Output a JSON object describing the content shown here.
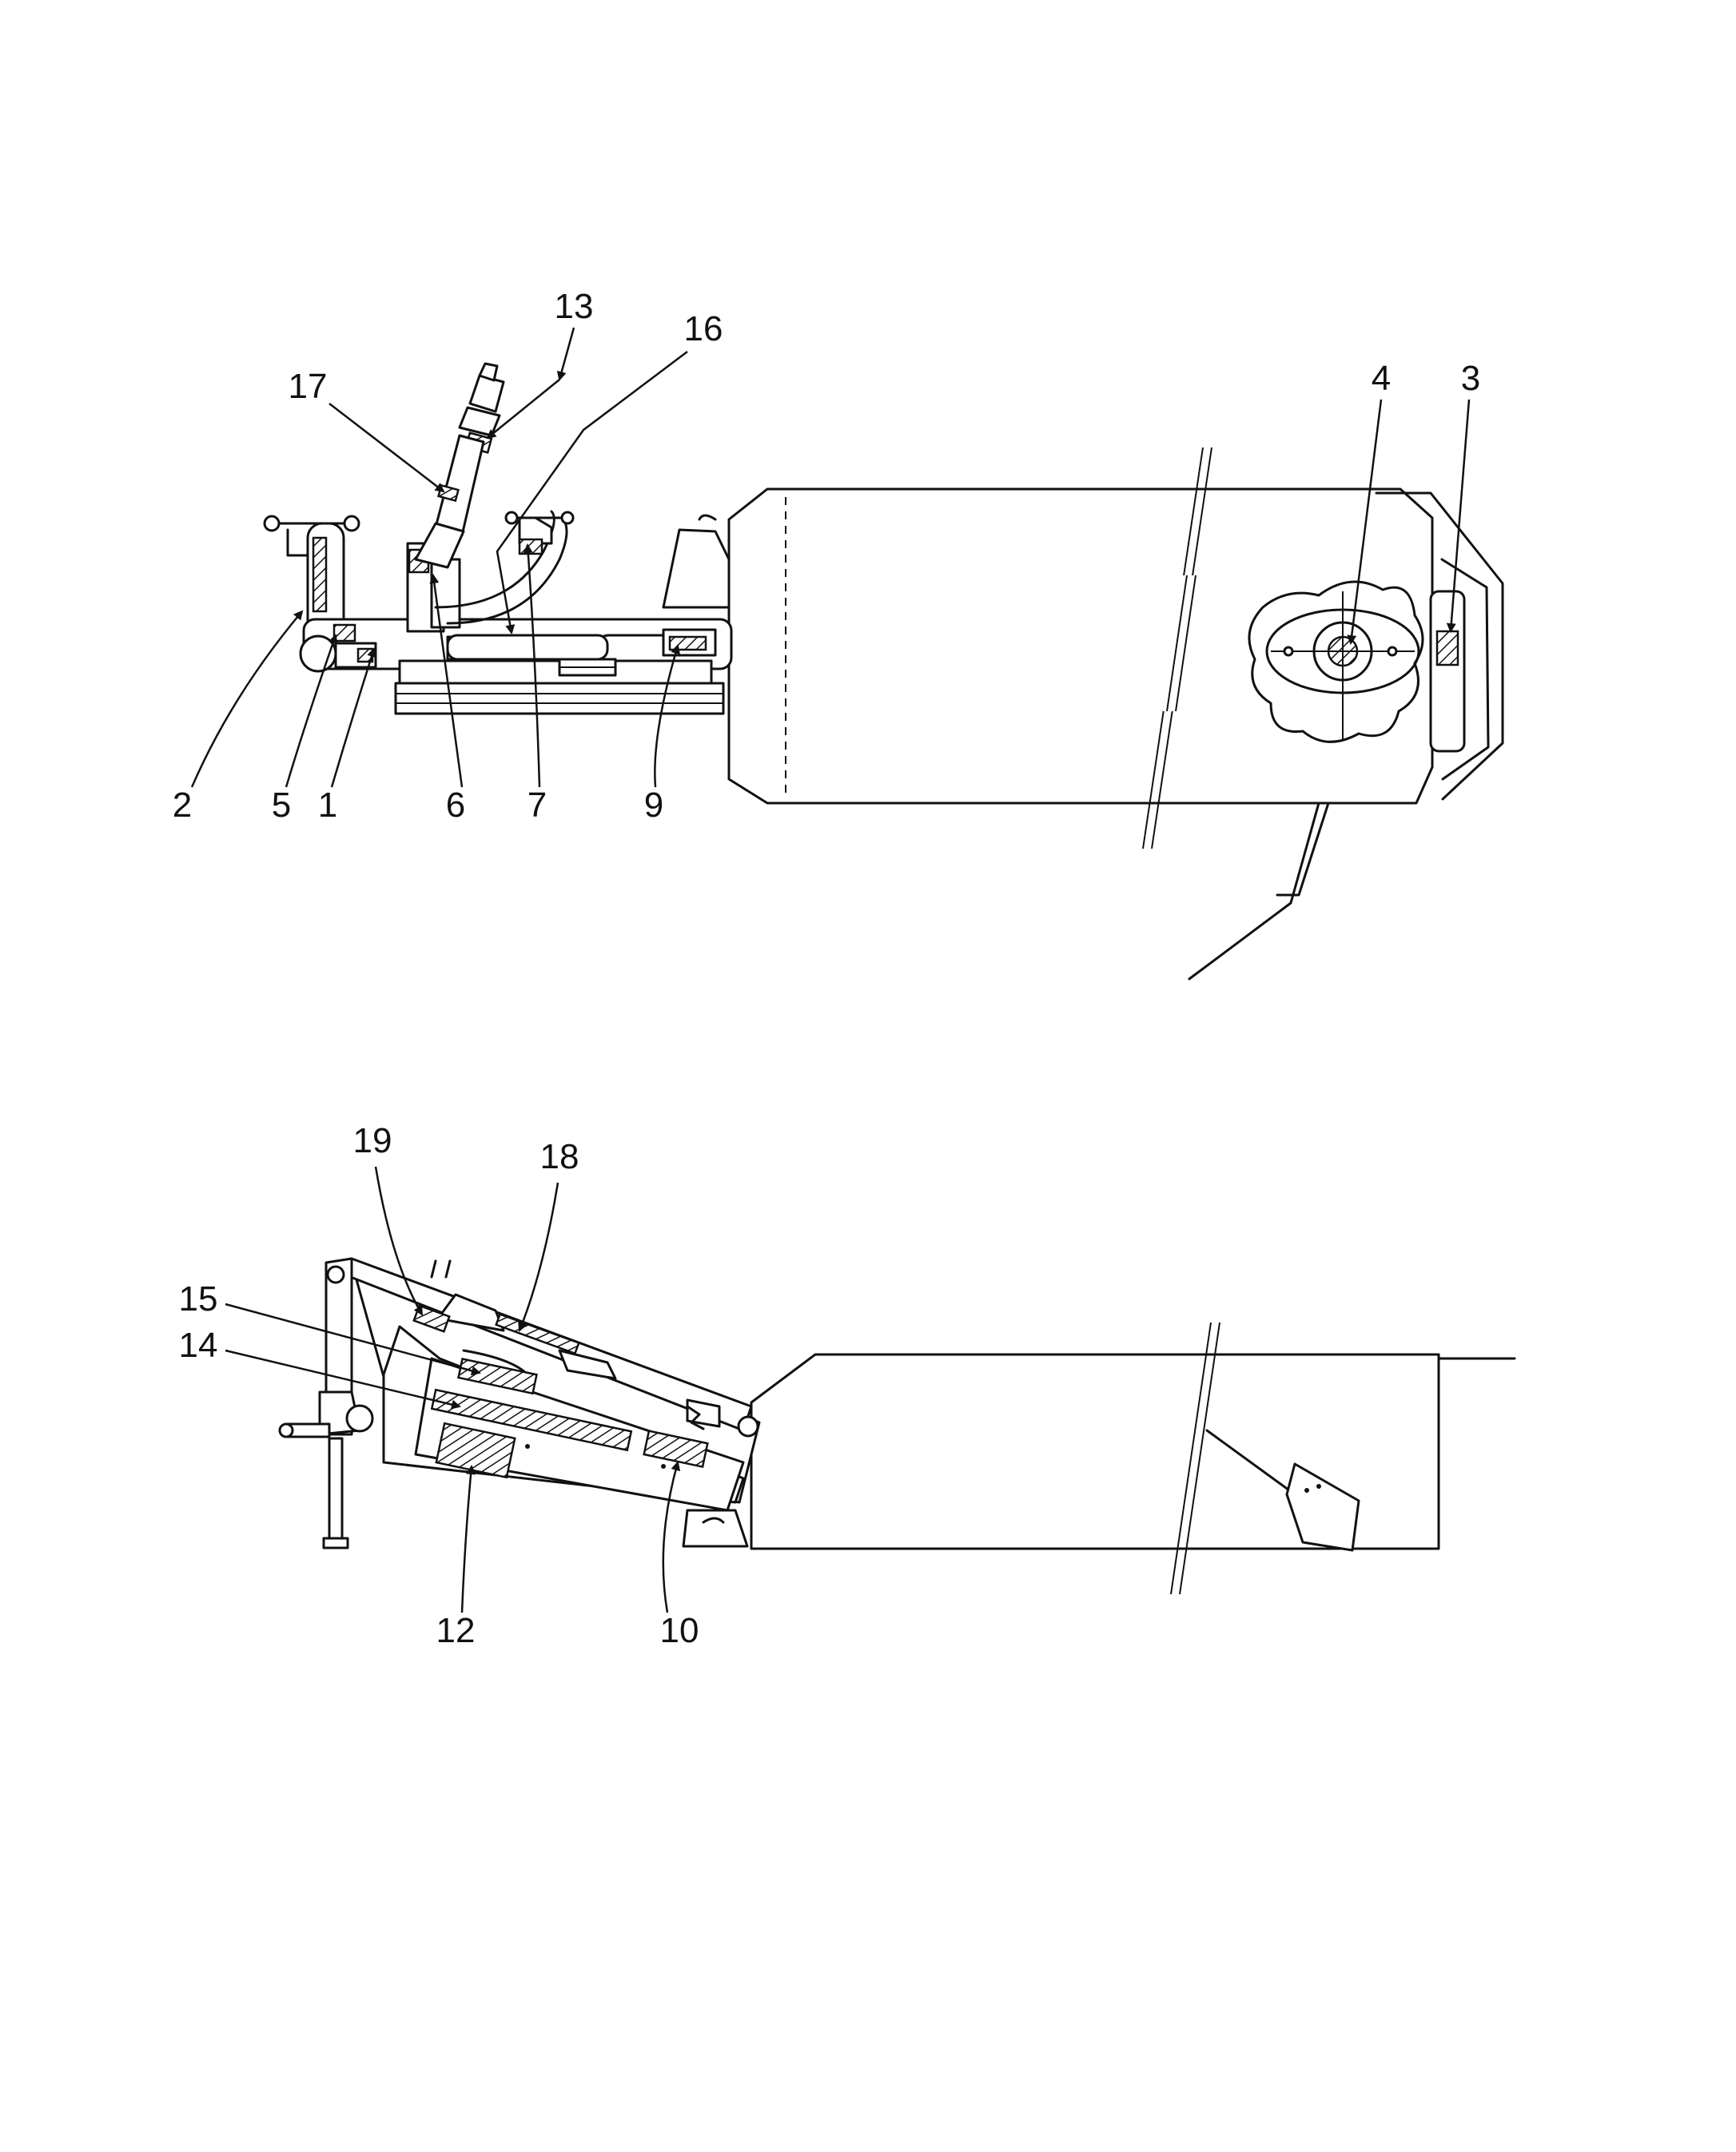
{
  "diagram": {
    "top_view": {
      "callouts": [
        {
          "id": "c13",
          "label": "13"
        },
        {
          "id": "c16",
          "label": "16"
        },
        {
          "id": "c17",
          "label": "17"
        },
        {
          "id": "c4",
          "label": "4"
        },
        {
          "id": "c3",
          "label": "3"
        },
        {
          "id": "c2",
          "label": "2"
        },
        {
          "id": "c5",
          "label": "5"
        },
        {
          "id": "c1",
          "label": "1"
        },
        {
          "id": "c6",
          "label": "6"
        },
        {
          "id": "c7",
          "label": "7"
        },
        {
          "id": "c9",
          "label": "9"
        }
      ]
    },
    "side_view": {
      "callouts": [
        {
          "id": "c19",
          "label": "19"
        },
        {
          "id": "c18",
          "label": "18"
        },
        {
          "id": "c15",
          "label": "15"
        },
        {
          "id": "c14",
          "label": "14"
        },
        {
          "id": "c12",
          "label": "12"
        },
        {
          "id": "c10",
          "label": "10"
        }
      ]
    }
  }
}
